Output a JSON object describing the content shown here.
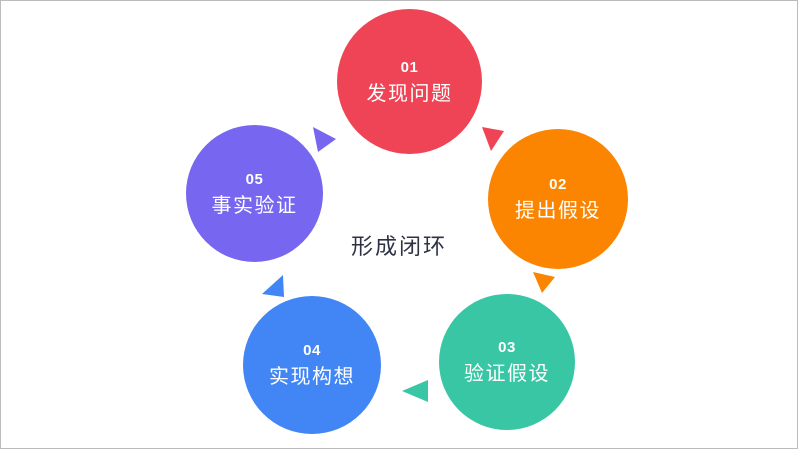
{
  "slide": {
    "background_color": "#ffffff",
    "border_color": "#bcbcbc",
    "center_label": "形成闭环",
    "center_label_color": "#2e3245"
  },
  "cycle": {
    "nodes": [
      {
        "number": "01",
        "label": "发现问题",
        "color": "#ef4456",
        "position": "top"
      },
      {
        "number": "02",
        "label": "提出假设",
        "color": "#fb8500",
        "position": "upper-right"
      },
      {
        "number": "03",
        "label": "验证假设",
        "color": "#38c6a4",
        "position": "lower-right"
      },
      {
        "number": "04",
        "label": "实现构想",
        "color": "#4285f4",
        "position": "lower-left"
      },
      {
        "number": "05",
        "label": "事实验证",
        "color": "#7666f0",
        "position": "upper-left"
      }
    ],
    "connectors": [
      {
        "name": "arrow-01-to-02",
        "color": "#ef4456",
        "direction": "down-right"
      },
      {
        "name": "arrow-02-to-03",
        "color": "#fb8500",
        "direction": "down"
      },
      {
        "name": "arrow-03-to-04",
        "color": "#38c6a4",
        "direction": "left"
      },
      {
        "name": "arrow-04-to-05",
        "color": "#4285f4",
        "direction": "up-right"
      },
      {
        "name": "arrow-05-to-01",
        "color": "#7666f0",
        "direction": "up-right"
      }
    ]
  }
}
